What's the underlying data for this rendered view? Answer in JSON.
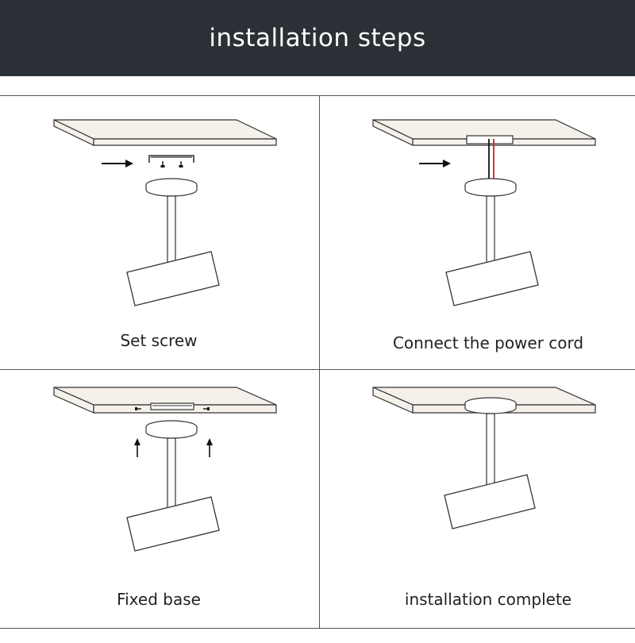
{
  "header": {
    "title": "installation steps"
  },
  "steps": [
    {
      "caption": "Set screw"
    },
    {
      "caption": "Connect the power cord"
    },
    {
      "caption": "Fixed base"
    },
    {
      "caption": "installation complete"
    }
  ],
  "colors": {
    "header_bg": "#2b3036",
    "panel_fill": "#f5f0ea",
    "line": "#333333",
    "wire_red": "#d22020",
    "wire_black": "#111111"
  },
  "icons": [
    "arrow-right-icon",
    "arrow-up-icon",
    "screw-icon"
  ]
}
